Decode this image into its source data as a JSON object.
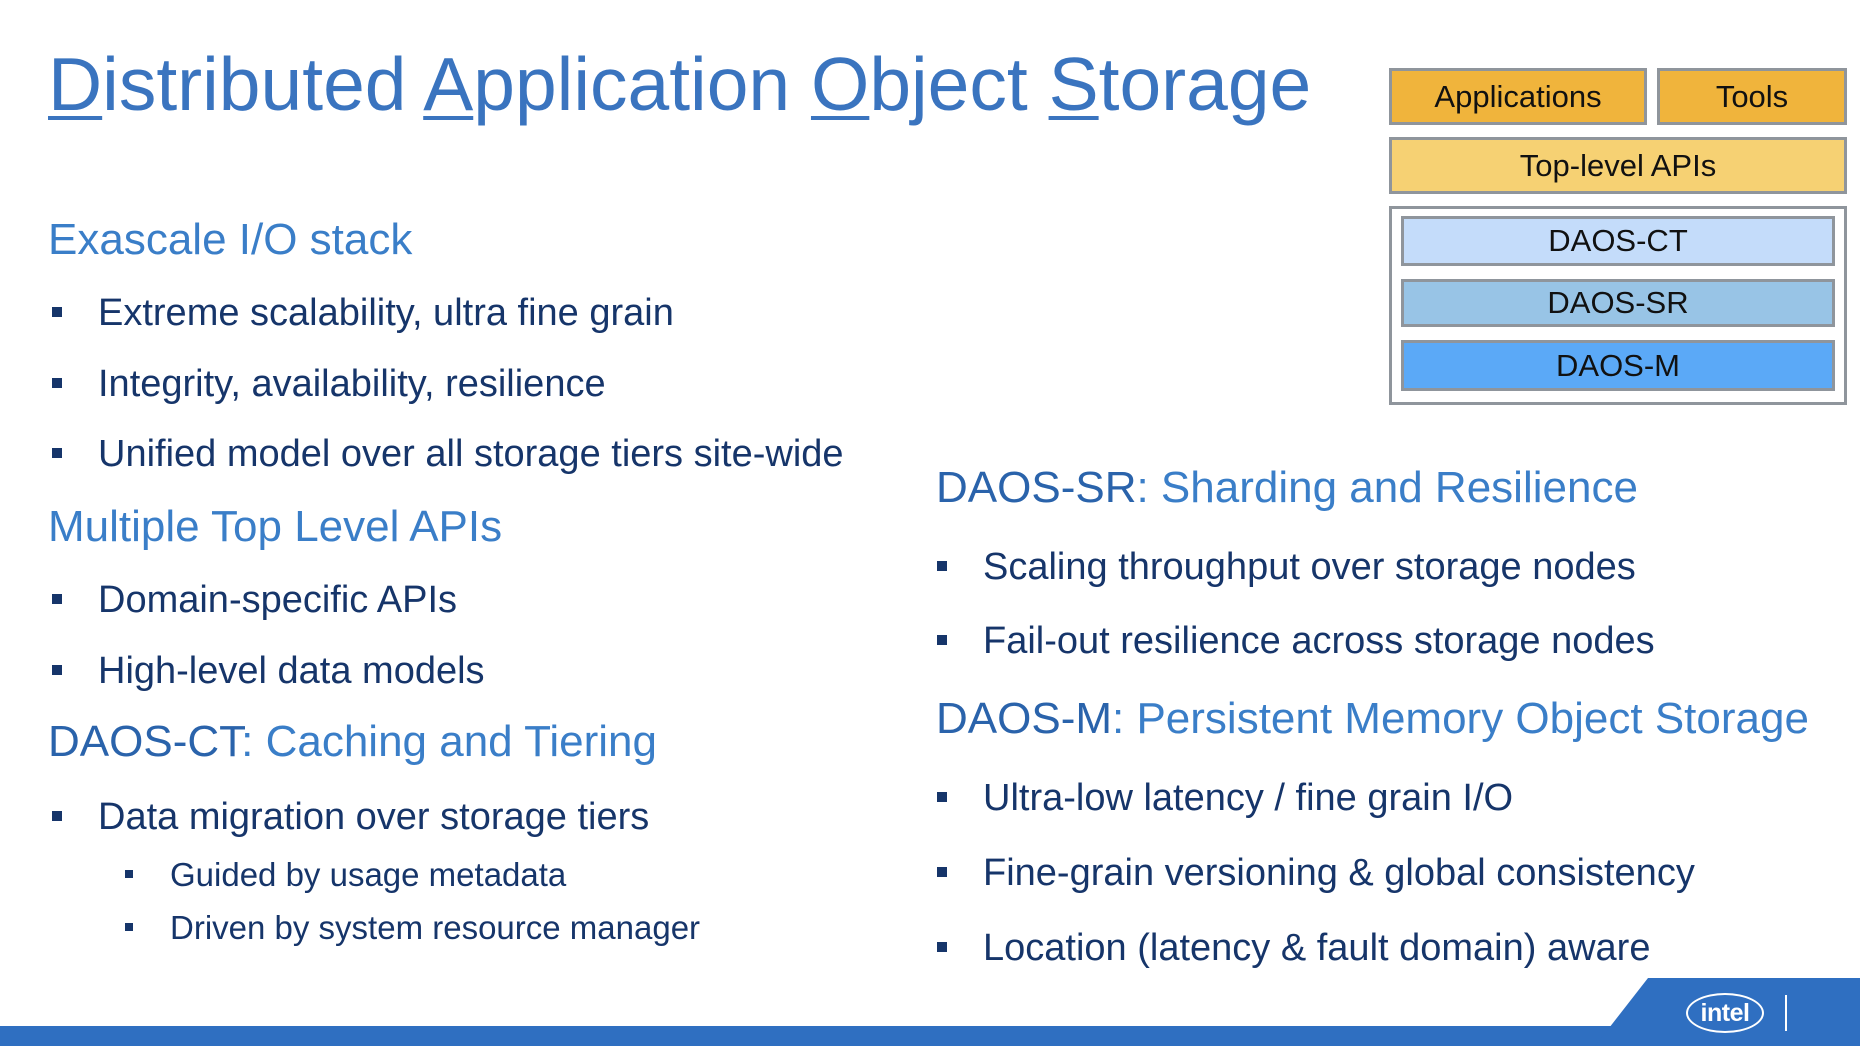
{
  "title": {
    "parts": [
      {
        "initial": "D",
        "rest": "istributed "
      },
      {
        "initial": "A",
        "rest": "pplication "
      },
      {
        "initial": "O",
        "rest": "bject "
      },
      {
        "initial": "S",
        "rest": "torage"
      }
    ]
  },
  "left": {
    "exascale_heading": "Exascale I/O stack",
    "exascale_bullets": [
      "Extreme scalability, ultra fine grain",
      "Integrity, availability, resilience",
      "Unified model over all storage tiers site-wide"
    ],
    "apis_heading": "Multiple Top Level APIs",
    "apis_bullets": [
      "Domain-specific APIs",
      "High-level data models"
    ],
    "ct_heading_kw": "DAOS-CT",
    "ct_heading_rest": ": Caching and Tiering",
    "ct_bullet": "Data migration over storage tiers",
    "ct_subbullets": [
      "Guided by usage metadata",
      "Driven by system resource manager"
    ]
  },
  "right": {
    "sr_heading_kw": "DAOS-SR",
    "sr_heading_rest": ": Sharding and Resilience",
    "sr_bullets": [
      "Scaling throughput over storage nodes",
      "Fail-out resilience across storage nodes"
    ],
    "m_heading_kw": "DAOS-M",
    "m_heading_rest": ": Persistent Memory Object Storage",
    "m_bullets": [
      "Ultra-low latency / fine grain I/O",
      "Fine-grain versioning  & global consistency",
      "Location (latency & fault domain) aware"
    ]
  },
  "stack": {
    "applications": "Applications",
    "tools": "Tools",
    "top_level_apis": "Top-level APIs",
    "daos_ct": "DAOS-CT",
    "daos_sr": "DAOS-SR",
    "daos_m": "DAOS-M",
    "colors": {
      "top_row": "#f0b43c",
      "apis": "#f6d173",
      "daos_ct": "#c4dcfa",
      "daos_sr": "#98c4e6",
      "daos_m": "#5ba9f7"
    }
  },
  "footer": {
    "logo_text": "intel",
    "accent_color": "#2f6fc1"
  }
}
